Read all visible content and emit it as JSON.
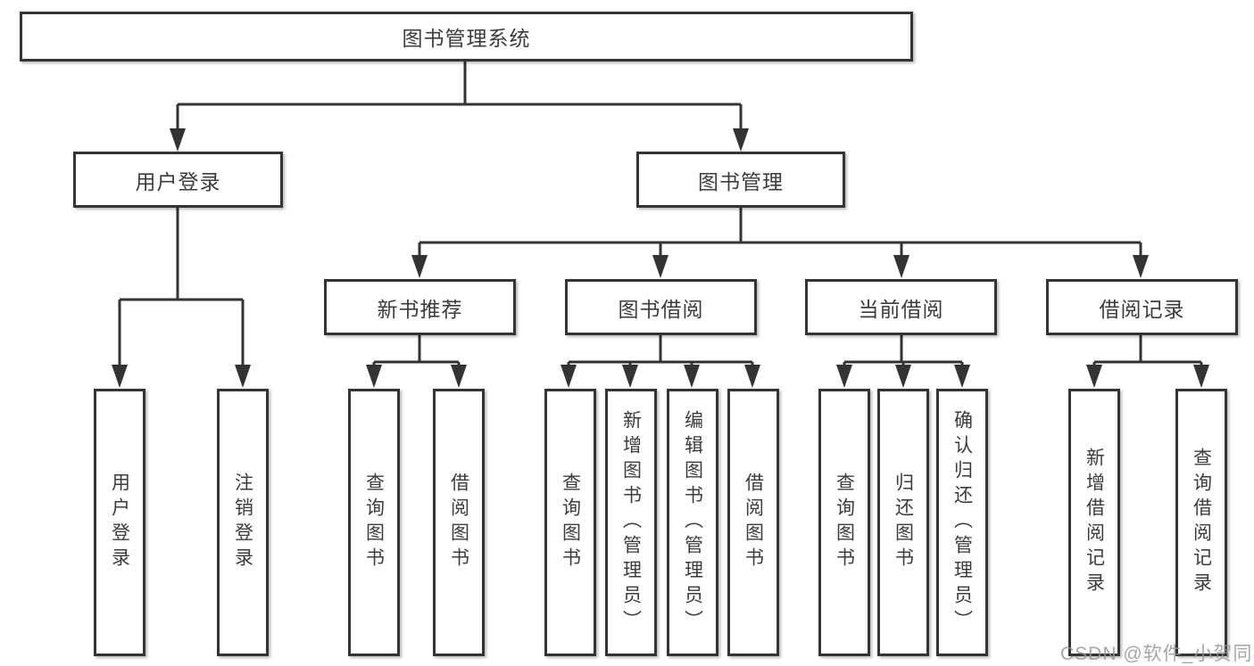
{
  "diagram": {
    "root": {
      "label": "图书管理系统"
    },
    "branches": [
      {
        "label": "用户登录",
        "children": [
          {
            "label": "用户登录"
          },
          {
            "label": "注销登录"
          }
        ]
      },
      {
        "label": "图书管理",
        "children": [
          {
            "label": "新书推荐",
            "children": [
              {
                "label": "查询图书"
              },
              {
                "label": "借阅图书"
              }
            ]
          },
          {
            "label": "图书借阅",
            "children": [
              {
                "label": "查询图书"
              },
              {
                "label": "新增图书（管理员）"
              },
              {
                "label": "编辑图书（管理员）"
              },
              {
                "label": "借阅图书"
              }
            ]
          },
          {
            "label": "当前借阅",
            "children": [
              {
                "label": "查询图书"
              },
              {
                "label": "归还图书"
              },
              {
                "label": "确认归还（管理员）"
              }
            ]
          },
          {
            "label": "借阅记录",
            "children": [
              {
                "label": "新增借阅记录"
              },
              {
                "label": "查询借阅记录"
              }
            ]
          }
        ]
      }
    ],
    "watermark": "CSDN @软件_小贺同学"
  },
  "colors": {
    "line": "#333333",
    "box_border": "#343434",
    "text": "#3c3c3c",
    "watermark": "#969696",
    "background": "#ffffff"
  }
}
